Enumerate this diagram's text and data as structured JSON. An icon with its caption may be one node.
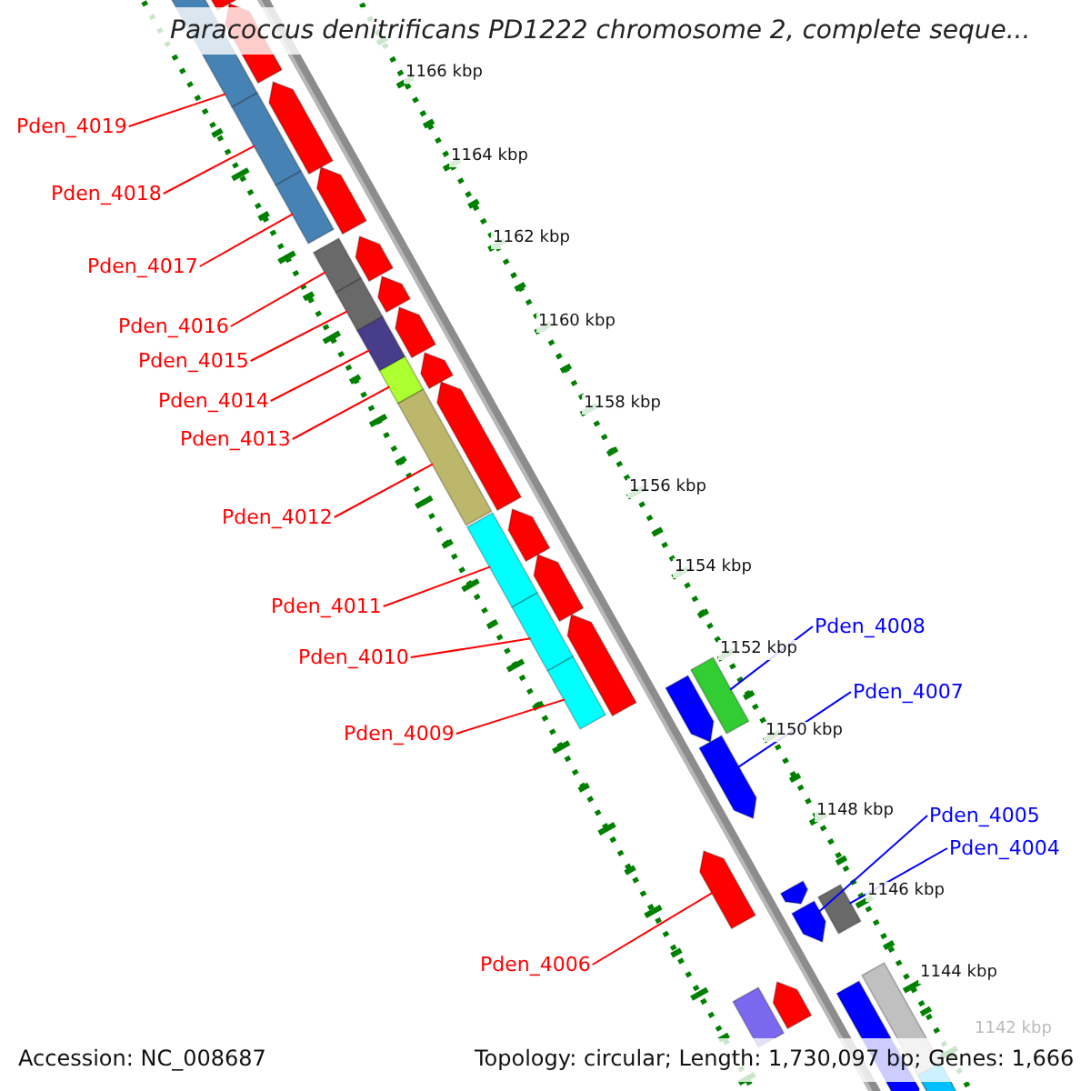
{
  "diagram": {
    "title": "Paracoccus denitrificans PD1222 chromosome 2, complete seque...",
    "nodes": [
      {
        "text": [
          "Pden_4019"
        ]
      },
      {
        "text": [
          "Pden_4018"
        ]
      },
      {
        "text": [
          "Pden_4017"
        ]
      },
      {
        "text": [
          "Pden_4016"
        ]
      },
      {
        "text": [
          "Pden_4015"
        ]
      },
      {
        "text": [
          "Pden_4014"
        ]
      },
      {
        "text": [
          "Pden_4013"
        ]
      },
      {
        "text": [
          "Pden_4012"
        ]
      },
      {
        "text": [
          "Pden_4011"
        ]
      },
      {
        "text": [
          "Pden_4008"
        ]
      },
      {
        "text": [
          "Pden_4010"
        ]
      },
      {
        "text": [
          "Pden_4007"
        ]
      },
      {
        "text": [
          "Pden_4009"
        ]
      },
      {
        "text": [
          "Pden_4005"
        ]
      },
      {
        "text": [
          "Pden_4004"
        ]
      },
      {
        "text": [
          "Pden_4006"
        ]
      },
      {
        "text": [],
        "shape": "bar"
      },
      {
        "text": [],
        "shape": "bar"
      },
      {
        "text": [],
        "shape": "bar"
      },
      {
        "text": [],
        "shape": "bar"
      },
      {
        "text": [],
        "shape": "bar"
      },
      {
        "text": [],
        "shape": "bar"
      },
      {
        "text": [],
        "shape": "bar"
      },
      {
        "text": [],
        "shape": "bar"
      },
      {
        "text": [],
        "shape": "bar"
      },
      {
        "text": [],
        "shape": "bar"
      },
      {
        "text": [],
        "shape": "bar"
      },
      {
        "text": [],
        "shape": "bar"
      },
      {
        "text": [],
        "shape": "bar"
      },
      {
        "text": [],
        "shape": "bar"
      },
      {
        "text": [],
        "shape": "bar"
      },
      {
        "text": [],
        "shape": "bar"
      }
    ],
    "edges": [
      {
        "from": 0,
        "to": 16,
        "arrow": "none"
      },
      {
        "from": 1,
        "to": 17,
        "arrow": "none"
      },
      {
        "from": 2,
        "to": 18,
        "arrow": "none"
      },
      {
        "from": 3,
        "to": 19,
        "arrow": "none"
      },
      {
        "from": 4,
        "to": 20,
        "arrow": "none"
      },
      {
        "from": 5,
        "to": 21,
        "arrow": "none"
      },
      {
        "from": 6,
        "to": 22,
        "arrow": "none"
      },
      {
        "from": 7,
        "to": 23,
        "arrow": "none"
      },
      {
        "from": 8,
        "to": 24,
        "arrow": "none"
      },
      {
        "from": 9,
        "to": 26,
        "arrow": "none",
        "color": "#0000ff"
      },
      {
        "from": 10,
        "to": 25,
        "arrow": "none"
      },
      {
        "from": 11,
        "to": 28,
        "arrow": "none",
        "color": "#0000ff"
      },
      {
        "from": 12,
        "to": 27,
        "arrow": "none"
      },
      {
        "from": 13,
        "to": 29,
        "arrow": "none",
        "color": "#0000ff"
      },
      {
        "from": 14,
        "to": 30,
        "arrow": "none",
        "color": "#0000ff"
      },
      {
        "from": 15,
        "to": 31,
        "arrow": "none"
      }
    ],
    "labels": [
      "1166 kbp",
      "1164 kbp",
      "1162 kbp",
      "1160 kbp",
      "1158 kbp",
      "1156 kbp",
      "1154 kbp",
      "1152 kbp",
      "1150 kbp",
      "1148 kbp",
      "1146 kbp",
      "1144 kbp",
      "1142 kbp",
      "Accession: NC_008687",
      "Topology: circular; Length: 1,730,097 bp; Genes: 1,666"
    ]
  }
}
